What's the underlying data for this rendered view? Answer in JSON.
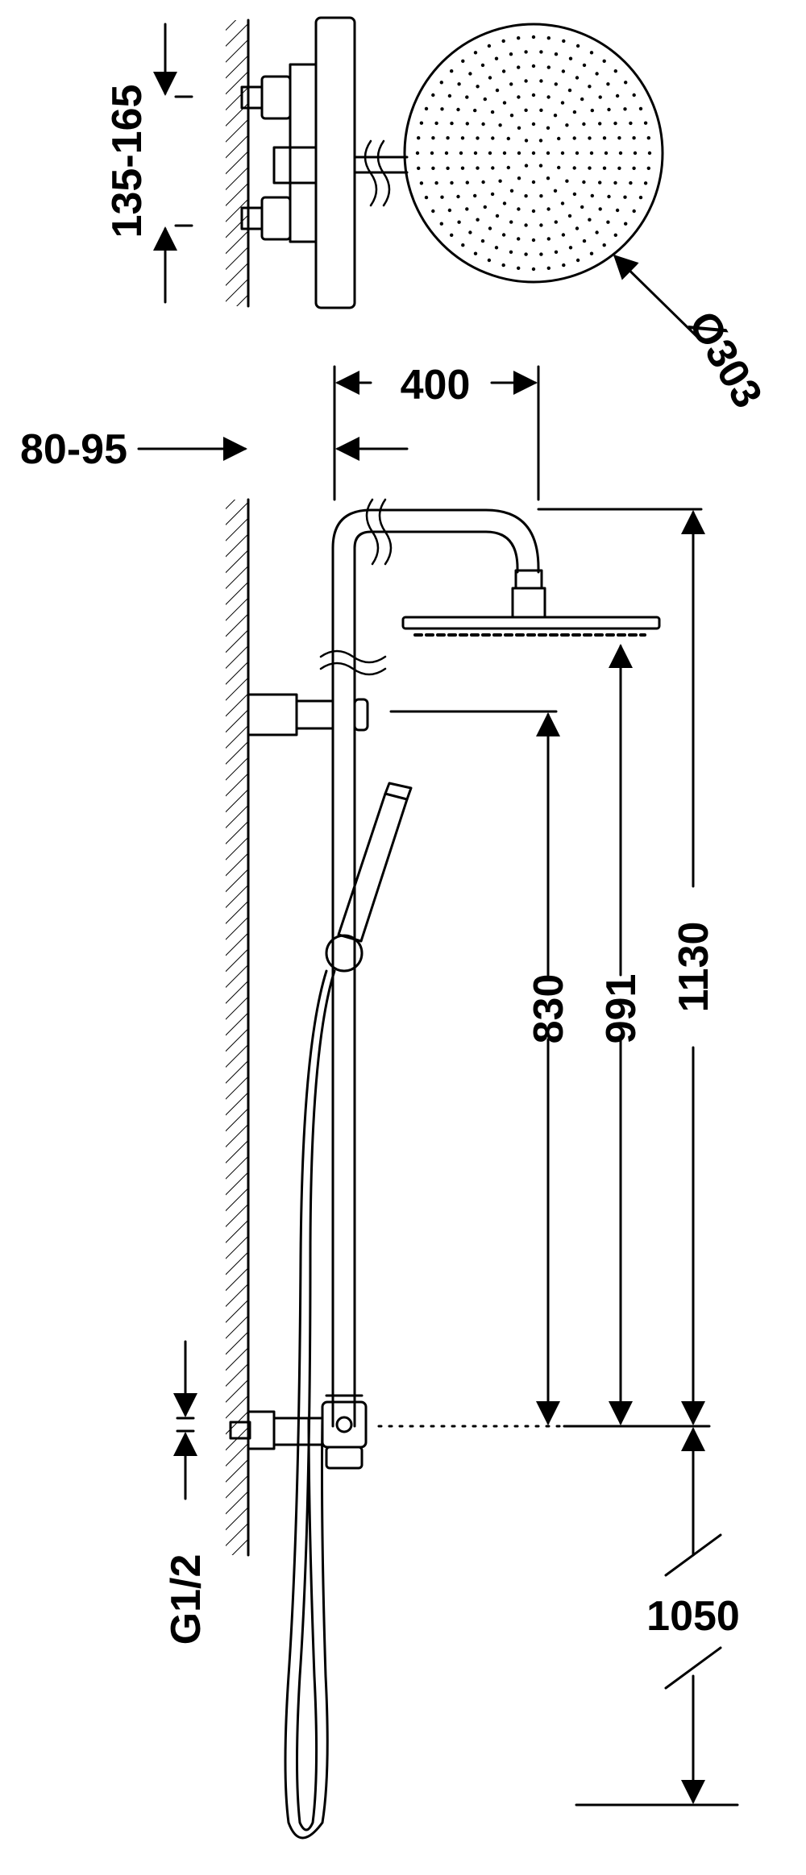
{
  "dimensions": {
    "thermostat_spacing": "135-165",
    "head_diameter": "Ø303",
    "arm_length": "400",
    "wall_offset": "80-95",
    "bracket_height": "830",
    "head_height": "991",
    "total_height": "1130",
    "inlet_thread": "G1/2",
    "floor_height": "1050"
  },
  "colors": {
    "line": "#000000",
    "background": "#ffffff"
  }
}
